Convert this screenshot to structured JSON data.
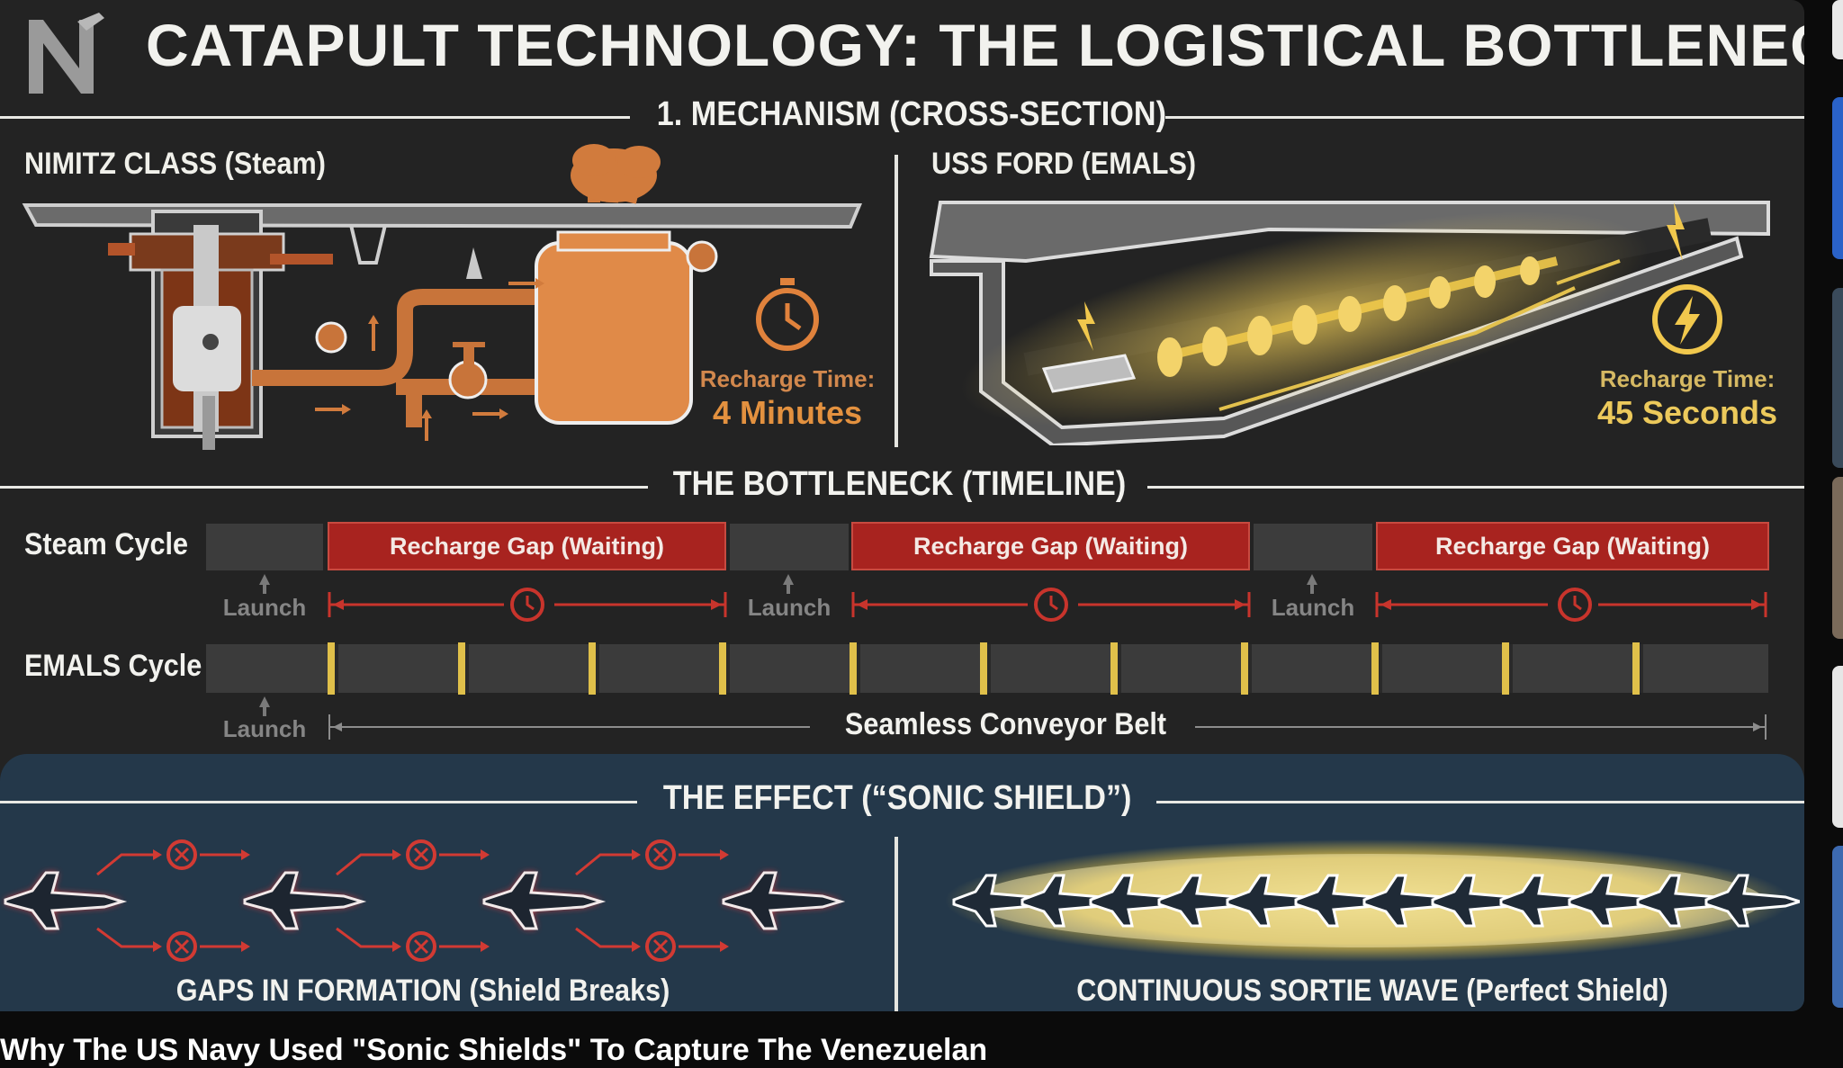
{
  "header": {
    "title": "CATAPULT TECHNOLOGY: THE LOGISTICAL BOTTLENECK",
    "logo_letter": "N"
  },
  "mechanism": {
    "section_title": "1. MECHANISM (CROSS-SECTION)",
    "left": {
      "label": "NIMITZ CLASS (Steam)",
      "recharge_label": "Recharge Time:",
      "recharge_value": "4 Minutes"
    },
    "right": {
      "label": "USS FORD (EMALS)",
      "recharge_label": "Recharge Time:",
      "recharge_value": "45 Seconds"
    }
  },
  "timeline": {
    "section_title": "THE BOTTLENECK (TIMELINE)",
    "steam": {
      "label": "Steam Cycle",
      "gaps": [
        "Recharge Gap (Waiting)",
        "Recharge Gap (Waiting)",
        "Recharge Gap (Waiting)"
      ],
      "launch_labels": [
        "Launch",
        "Launch",
        "Launch"
      ]
    },
    "emals": {
      "label": "EMALS Cycle",
      "launch_label": "Launch",
      "caption": "Seamless Conveyor Belt",
      "segments": 12
    }
  },
  "effect": {
    "section_title": "THE EFFECT (“SONIC SHIELD”)",
    "left_caption": "GAPS IN FORMATION (Shield Breaks)",
    "right_caption": "CONTINUOUS SORTIE WAVE (Perfect Shield)"
  },
  "video": {
    "title": "Why The US Navy Used \"Sonic Shields\" To Capture The Venezuelan"
  },
  "colors": {
    "panel": "#232323",
    "steam_red": "#a8231f",
    "emals_gold": "#e0c04a",
    "effect_blue": "#24384a",
    "steam_orange": "#c8743a"
  }
}
